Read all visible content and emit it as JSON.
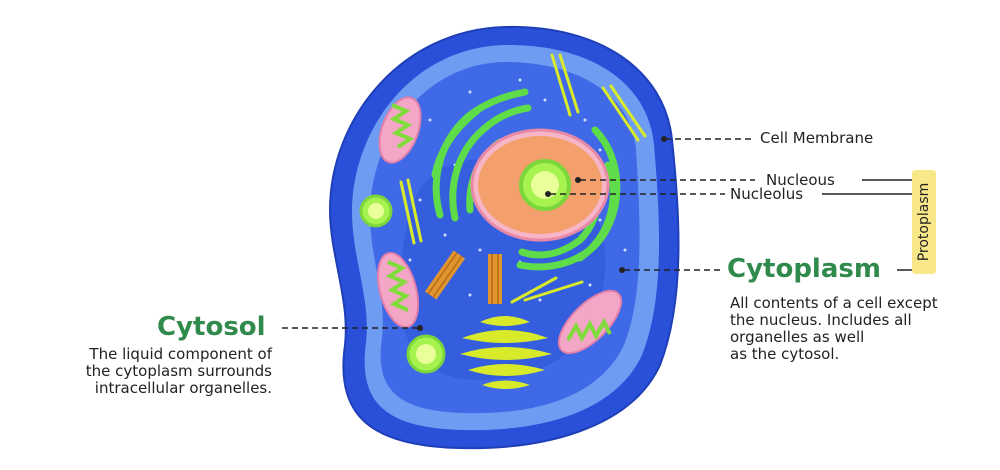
{
  "labels": {
    "cell_membrane": "Cell Membrane",
    "nucleous": "Nucleous",
    "nucleolus": "Nucleolus",
    "protoplasm": "Protoplasm",
    "cytoplasm": "Cytoplasm",
    "cytosol": "Cytosol"
  },
  "descriptions": {
    "cytoplasm": [
      "All contents of a cell except",
      "the nucleus. Includes all",
      "organelles as well",
      "as the cytosol."
    ],
    "cytosol": [
      "The liquid component of",
      "the cytoplasm surrounds",
      "intracellular organelles."
    ]
  },
  "colors": {
    "label_green": "#2f8a4c",
    "protoplasm_box": "#f9e889",
    "membrane": "#2d4fd6",
    "cytoplasm": "#3d6ae8",
    "nucleus": "#f3a06c",
    "er": "#5fdc4a",
    "golgi": "#d9ea2a"
  }
}
